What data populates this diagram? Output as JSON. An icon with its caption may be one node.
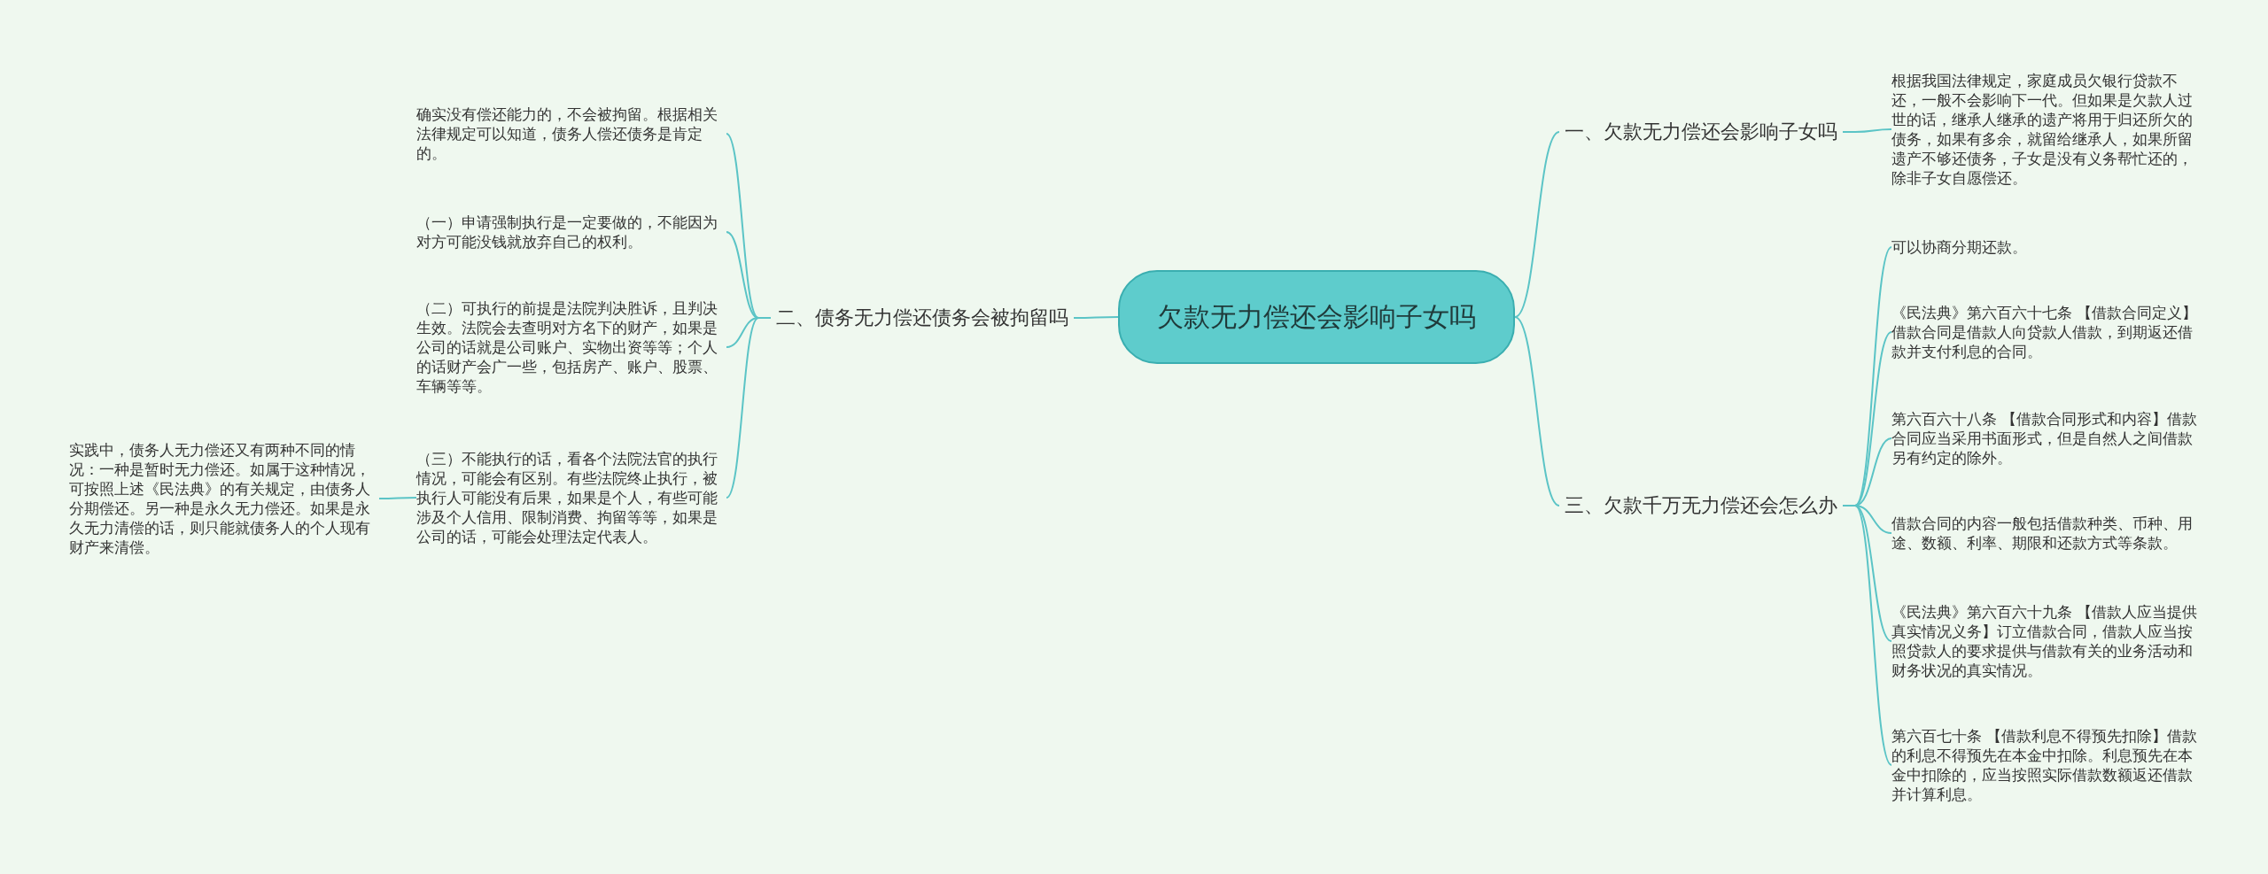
{
  "diagram": {
    "nodes": [
      {
        "text": [
          "欠款无力偿还会影响子女吗"
        ]
      },
      {
        "text": [
          "一、欠款无力偿还会影响子女吗"
        ]
      },
      {
        "text": [
          "根据我国法律规定，家庭成员欠银行贷款不还，一般不会影响下一代。但如果是欠款人过世的话，继承人继承的遗产将用于归还所欠的债务，如果有多余，就留给继承人，如果所留遗产不够还债务，子女是没有义务帮忙还的，除非子女自愿偿还。"
        ]
      },
      {
        "text": [
          "三、欠款千万无力偿还会怎么办"
        ]
      },
      {
        "text": [
          "可以协商分期还款。"
        ]
      },
      {
        "text": [
          "《民法典》第六百六十七条 【借款合同定义】借款合同是借款人向贷款人借款，到期返还借款并支付利息的合同。"
        ]
      },
      {
        "text": [
          "第六百六十八条 【借款合同形式和内容】借款合同应当采用书面形式，但是自然人之间借款另有约定的除外。"
        ]
      },
      {
        "text": [
          "借款合同的内容一般包括借款种类、币种、用途、数额、利率、期限和还款方式等条款。"
        ]
      },
      {
        "text": [
          "《民法典》第六百六十九条 【借款人应当提供真实情况义务】订立借款合同，借款人应当按照贷款人的要求提供与借款有关的业务活动和财务状况的真实情况。"
        ]
      },
      {
        "text": [
          "第六百七十条 【借款利息不得预先扣除】借款的利息不得预先在本金中扣除。利息预先在本金中扣除的，应当按照实际借款数额返还借款并计算利息。"
        ]
      },
      {
        "text": [
          "二、债务无力偿还债务会被拘留吗"
        ]
      },
      {
        "text": [
          "确实没有偿还能力的，不会被拘留。根据相关法律规定可以知道，债务人偿还债务是肯定的。"
        ]
      },
      {
        "text": [
          "（一）申请强制执行是一定要做的，不能因为对方可能没钱就放弃自己的权利。"
        ]
      },
      {
        "text": [
          "（二）可执行的前提是法院判决胜诉，且判决生效。法院会去查明对方名下的财产，如果是公司的话就是公司账户、实物出资等等；个人的话财产会广一些，包括房产、账户、股票、车辆等等。"
        ]
      },
      {
        "text": [
          "（三）不能执行的话，看各个法院法官的执行情况，可能会有区别。有些法院终止执行，被执行人可能没有后果，如果是个人，有些可能涉及个人信用、限制消费、拘留等等，如果是公司的话，可能会处理法定代表人。"
        ]
      },
      {
        "text": [
          "实践中，债务人无力偿还又有两种不同的情况：一种是暂时无力偿还。如属于这种情况，可按照上述《民法典》的有关规定，由债务人分期偿还。另一种是永久无力偿还。如果是永久无力清偿的话，则只能就债务人的个人现有财产来清偿。"
        ]
      }
    ],
    "edges": [
      {
        "from": 0,
        "to": 1,
        "arrow": "none"
      },
      {
        "from": 1,
        "to": 2,
        "arrow": "none"
      },
      {
        "from": 0,
        "to": 3,
        "arrow": "none"
      },
      {
        "from": 3,
        "to": 4,
        "arrow": "none"
      },
      {
        "from": 3,
        "to": 5,
        "arrow": "none"
      },
      {
        "from": 3,
        "to": 6,
        "arrow": "none"
      },
      {
        "from": 3,
        "to": 7,
        "arrow": "none"
      },
      {
        "from": 3,
        "to": 8,
        "arrow": "none"
      },
      {
        "from": 3,
        "to": 9,
        "arrow": "none"
      },
      {
        "from": 0,
        "to": 10,
        "arrow": "none"
      },
      {
        "from": 10,
        "to": 11,
        "arrow": "none"
      },
      {
        "from": 10,
        "to": 12,
        "arrow": "none"
      },
      {
        "from": 10,
        "to": 13,
        "arrow": "none"
      },
      {
        "from": 10,
        "to": 14,
        "arrow": "none"
      },
      {
        "from": 14,
        "to": 15,
        "arrow": "none"
      }
    ]
  }
}
